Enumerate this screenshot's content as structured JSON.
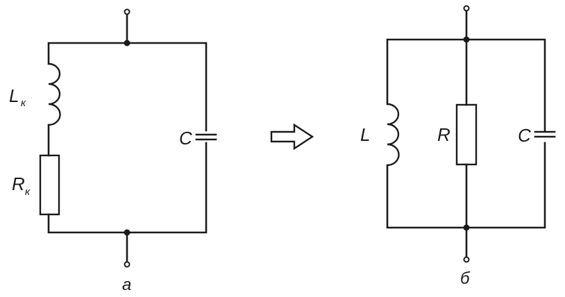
{
  "circuit_a": {
    "inductor_label": "L",
    "inductor_subscript": "к",
    "resistor_label": "R",
    "resistor_subscript": "к",
    "capacitor_label": "C",
    "caption": "а"
  },
  "circuit_b": {
    "inductor_label": "L",
    "resistor_label": "R",
    "capacitor_label": "C",
    "caption": "б"
  },
  "arrow_icon": "hollow-right-arrow-icon"
}
